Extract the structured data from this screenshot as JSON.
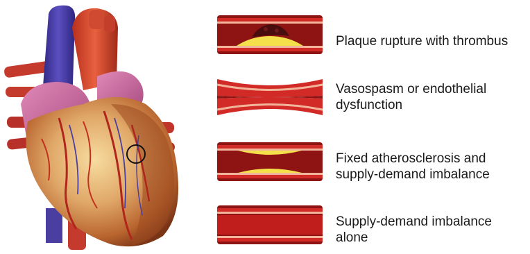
{
  "figure": {
    "mechanisms": [
      {
        "label": "Plaque rupture with thrombus",
        "vessel_icon": "plaque-rupture-thrombus-vessel-icon"
      },
      {
        "label": "Vasospasm or endothelial dysfunction",
        "vessel_icon": "vasospasm-vessel-icon"
      },
      {
        "label": "Fixed atherosclerosis and supply-demand imbalance",
        "vessel_icon": "fixed-atherosclerosis-vessel-icon"
      },
      {
        "label": "Supply-demand imbalance alone",
        "vessel_icon": "normal-vessel-icon"
      }
    ],
    "heart_icon": "heart-illustration",
    "colors": {
      "vessel_wall": "#d22a26",
      "vessel_dark": "#8e1414",
      "vessel_stripe": "#f2b59c",
      "plaque": "#f4e04a",
      "thrombus": "#4a0d0d",
      "aorta": "#d64530",
      "vena_cava": "#4a3fa0"
    }
  }
}
